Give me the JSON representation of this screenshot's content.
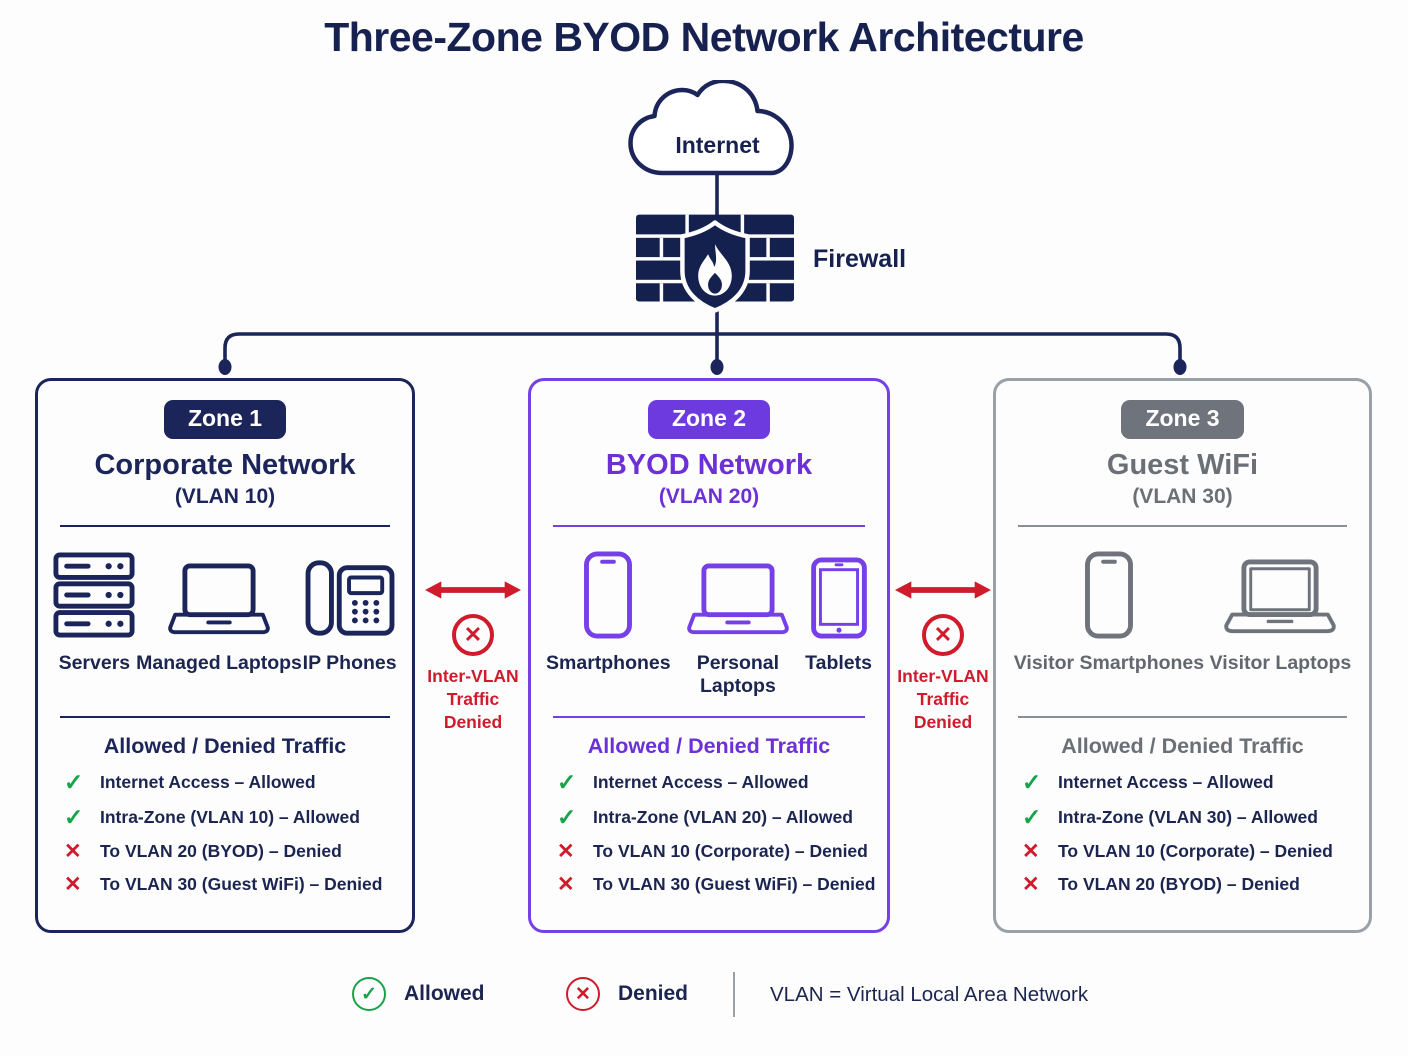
{
  "title": "Three-Zone BYOD Network Architecture",
  "internet_label": "Internet",
  "firewall_label": "Firewall",
  "icons": {
    "check": "✓",
    "cross": "✕"
  },
  "colors": {
    "navy": "#1b2559",
    "purple": "#6d3ae0",
    "gray": "#6e737c",
    "red": "#cf1b2b",
    "green": "#18a24a"
  },
  "zones": [
    {
      "badge": "Zone 1",
      "name": "Corporate Network",
      "vlan": "(VLAN 10)",
      "devices": [
        {
          "icon": "server-stack",
          "label": "Servers"
        },
        {
          "icon": "laptop",
          "label": "Managed Laptops"
        },
        {
          "icon": "ip-phone",
          "label": "IP Phones"
        }
      ],
      "traffic_heading": "Allowed / Denied Traffic",
      "rules": [
        {
          "status": "allowed",
          "text": "Internet Access – Allowed"
        },
        {
          "status": "allowed",
          "text": "Intra-Zone (VLAN 10) – Allowed"
        },
        {
          "status": "denied",
          "text": "To VLAN 20 (BYOD) – Denied"
        },
        {
          "status": "denied",
          "text": "To VLAN 30 (Guest WiFi) – Denied"
        }
      ]
    },
    {
      "badge": "Zone 2",
      "name": "BYOD Network",
      "vlan": "(VLAN 20)",
      "devices": [
        {
          "icon": "smartphone",
          "label": "Smartphones"
        },
        {
          "icon": "laptop",
          "label": "Personal Laptops"
        },
        {
          "icon": "tablet",
          "label": "Tablets"
        }
      ],
      "traffic_heading": "Allowed / Denied Traffic",
      "rules": [
        {
          "status": "allowed",
          "text": "Internet Access – Allowed"
        },
        {
          "status": "allowed",
          "text": "Intra-Zone (VLAN 20) – Allowed"
        },
        {
          "status": "denied",
          "text": "To VLAN 10 (Corporate) – Denied"
        },
        {
          "status": "denied",
          "text": "To VLAN 30 (Guest WiFi) – Denied"
        }
      ]
    },
    {
      "badge": "Zone 3",
      "name": "Guest WiFi",
      "vlan": "(VLAN 30)",
      "devices": [
        {
          "icon": "smartphone",
          "label": "Visitor Smartphones"
        },
        {
          "icon": "visitor-laptop",
          "label": "Visitor Laptops"
        }
      ],
      "traffic_heading": "Allowed / Denied Traffic",
      "rules": [
        {
          "status": "allowed",
          "text": "Internet Access – Allowed"
        },
        {
          "status": "allowed",
          "text": "Intra-Zone (VLAN 30) – Allowed"
        },
        {
          "status": "denied",
          "text": "To VLAN 10 (Corporate) – Denied"
        },
        {
          "status": "denied",
          "text": "To VLAN 20 (BYOD) – Denied"
        }
      ]
    }
  ],
  "inter_vlan": {
    "label": "Inter-VLAN Traffic Denied"
  },
  "legend": {
    "allowed": "Allowed",
    "denied": "Denied",
    "note": "VLAN = Virtual Local Area Network"
  }
}
